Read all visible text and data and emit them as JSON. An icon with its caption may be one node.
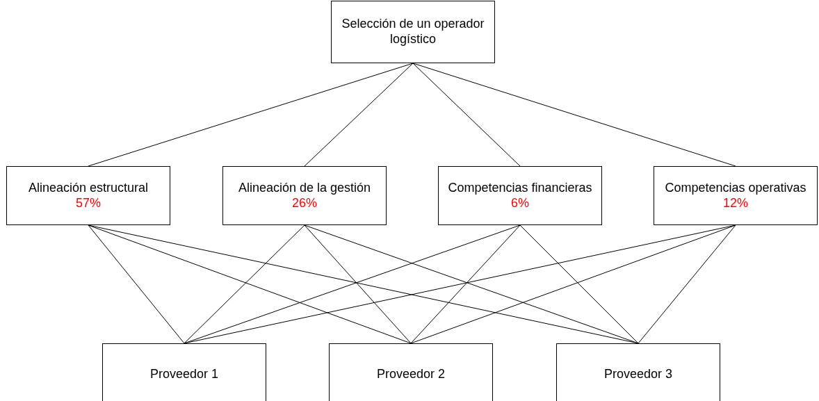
{
  "diagram": {
    "nodes": [
      {
        "text": [
          "Selección de un operador logístico"
        ]
      },
      {
        "text": [
          "Alineación estructural",
          "57%"
        ]
      },
      {
        "text": [
          "Alineación de la gestión",
          "26%"
        ]
      },
      {
        "text": [
          "Competencias financieras",
          "6%"
        ]
      },
      {
        "text": [
          "Competencias operativas",
          "12%"
        ]
      },
      {
        "text": [
          "Proveedor 1"
        ]
      },
      {
        "text": [
          "Proveedor 2"
        ]
      },
      {
        "text": [
          "Proveedor 3"
        ]
      }
    ],
    "edges": [
      {
        "from": 0,
        "to": 1,
        "arrow": "none"
      },
      {
        "from": 0,
        "to": 2,
        "arrow": "none"
      },
      {
        "from": 0,
        "to": 3,
        "arrow": "none"
      },
      {
        "from": 0,
        "to": 4,
        "arrow": "none"
      },
      {
        "from": 1,
        "to": 5,
        "arrow": "none"
      },
      {
        "from": 1,
        "to": 6,
        "arrow": "none"
      },
      {
        "from": 1,
        "to": 7,
        "arrow": "none"
      },
      {
        "from": 2,
        "to": 5,
        "arrow": "none"
      },
      {
        "from": 2,
        "to": 6,
        "arrow": "none"
      },
      {
        "from": 2,
        "to": 7,
        "arrow": "none"
      },
      {
        "from": 3,
        "to": 5,
        "arrow": "none"
      },
      {
        "from": 3,
        "to": 6,
        "arrow": "none"
      },
      {
        "from": 3,
        "to": 7,
        "arrow": "none"
      },
      {
        "from": 4,
        "to": 5,
        "arrow": "none"
      },
      {
        "from": 4,
        "to": 6,
        "arrow": "none"
      },
      {
        "from": 4,
        "to": 7,
        "arrow": "none"
      }
    ]
  }
}
